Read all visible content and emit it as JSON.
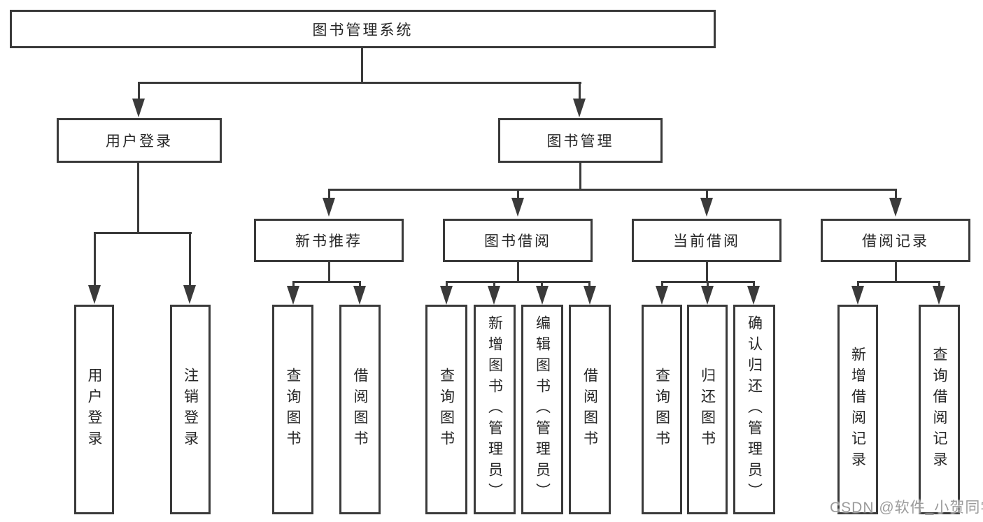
{
  "root": {
    "label": "图书管理系统"
  },
  "user_login": {
    "label": "用户登录",
    "children": [
      {
        "label": "用户登录"
      },
      {
        "label": "注销登录"
      }
    ]
  },
  "book_mgmt": {
    "label": "图书管理",
    "modules": [
      {
        "label": "新书推荐",
        "children": [
          {
            "label": "查询图书"
          },
          {
            "label": "借阅图书"
          }
        ]
      },
      {
        "label": "图书借阅",
        "children": [
          {
            "label": "查询图书"
          },
          {
            "label": "新增图书（管理员）"
          },
          {
            "label": "编辑图书（管理员）"
          },
          {
            "label": "借阅图书"
          }
        ]
      },
      {
        "label": "当前借阅",
        "children": [
          {
            "label": "查询图书"
          },
          {
            "label": "归还图书"
          },
          {
            "label": "确认归还（管理员）"
          }
        ]
      },
      {
        "label": "借阅记录",
        "children": [
          {
            "label": "新增借阅记录"
          },
          {
            "label": "查询借阅记录"
          }
        ]
      }
    ]
  },
  "watermark": {
    "text": "CSDN @软件_小贺同学"
  },
  "colors": {
    "line": "#3a3a3a",
    "text": "#262626",
    "watermark": "#9b9b9b",
    "background": "#ffffff"
  }
}
